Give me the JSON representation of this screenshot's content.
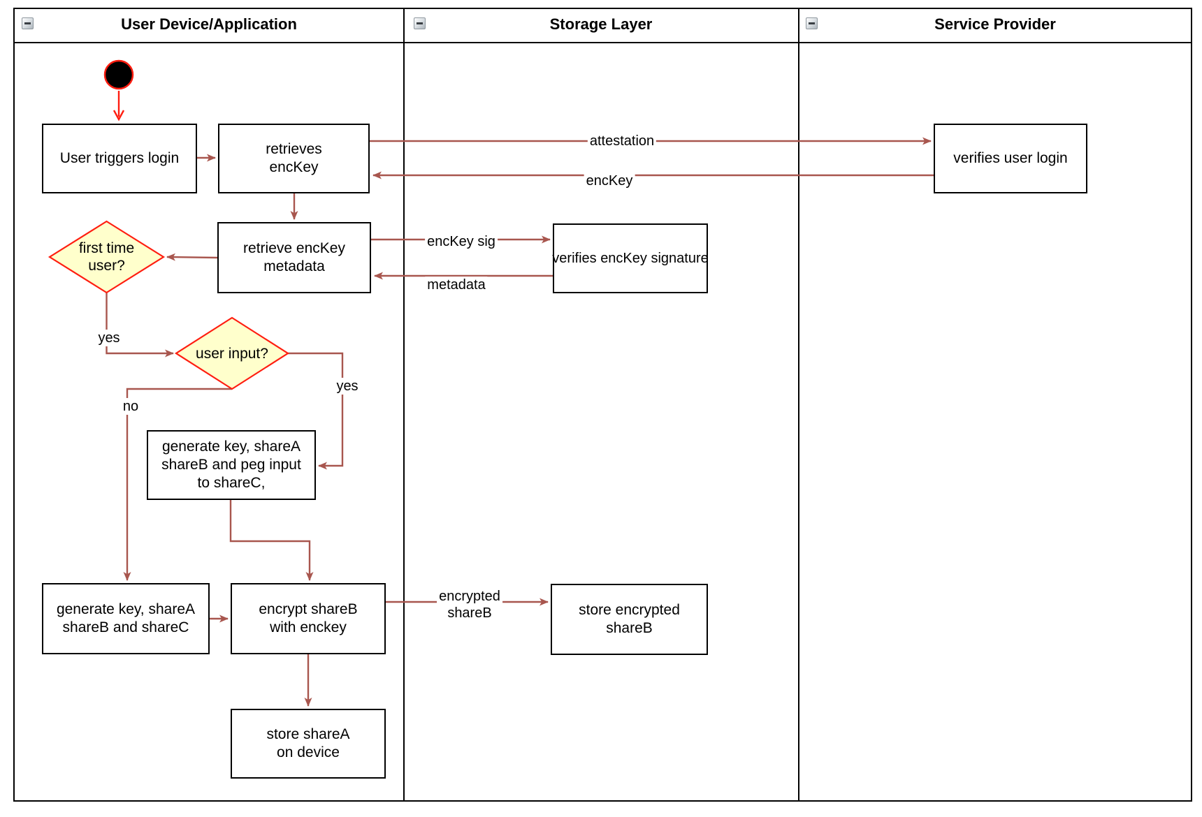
{
  "pool": {
    "lanes": [
      {
        "title": "User Device/Application"
      },
      {
        "title": "Storage Layer"
      },
      {
        "title": "Service Provider"
      }
    ],
    "collapse_icon": "minus"
  },
  "nodes": {
    "start": {
      "type": "initial-node"
    },
    "user_triggers_login": {
      "label": "User triggers login"
    },
    "retrieves_enckey": {
      "lines": [
        "retrieves",
        "encKey"
      ]
    },
    "verifies_user_login": {
      "label": "verifies user login"
    },
    "retrieve_enckey_metadata": {
      "lines": [
        "retrieve encKey",
        "metadata"
      ]
    },
    "verifies_enckey_signature": {
      "label": "verifies encKey signature"
    },
    "first_time_user": {
      "lines": [
        "first time",
        "user?"
      ]
    },
    "user_input": {
      "label": "user input?"
    },
    "generate_peg": {
      "lines": [
        "generate key, shareA",
        "shareB and peg input",
        "to shareC,"
      ]
    },
    "generate_abc": {
      "lines": [
        "generate key, shareA",
        "shareB and shareC"
      ]
    },
    "encrypt_shareb": {
      "lines": [
        "encrypt shareB",
        "with enckey"
      ]
    },
    "store_encrypted_shareb": {
      "lines": [
        "store encrypted",
        "shareB"
      ]
    },
    "store_sharea": {
      "lines": [
        "store shareA",
        "on device"
      ]
    }
  },
  "edge_labels": {
    "attestation": "attestation",
    "enckey": "encKey",
    "enckey_sig": "encKey sig",
    "metadata": "metadata",
    "encrypted_shareb": {
      "lines": [
        "encrypted",
        "shareB"
      ]
    },
    "yes_first_time": "yes",
    "yes_user_input": "yes",
    "no_user_input": "no"
  },
  "colors": {
    "accent_red": "#ff1d10",
    "arrow_brown": "#a8564e",
    "decision_fill": "#ffffcc",
    "shape_border": "#000000",
    "background": "#ffffff"
  }
}
